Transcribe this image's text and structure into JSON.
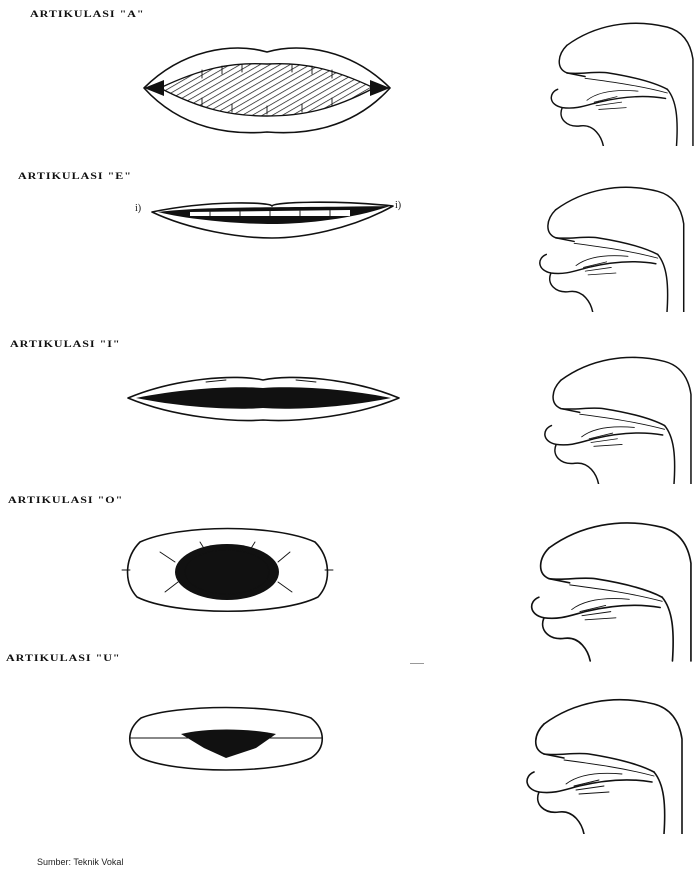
{
  "rows": [
    {
      "label": "ARTIKULASI  \"A\"",
      "vowel": "A"
    },
    {
      "label": "ARTIKULASI  \"E\"",
      "vowel": "E"
    },
    {
      "label": "ARTIKULASI  \"I\"",
      "vowel": "I"
    },
    {
      "label": "ARTIKULASI  \"O\"",
      "vowel": "O"
    },
    {
      "label": "ARTIKULASI  \"U\"",
      "vowel": "U"
    }
  ],
  "caption": "Sumber: Teknik Vokal",
  "annotations": {
    "e_left_mark": "i)",
    "e_right_mark": "i)"
  }
}
